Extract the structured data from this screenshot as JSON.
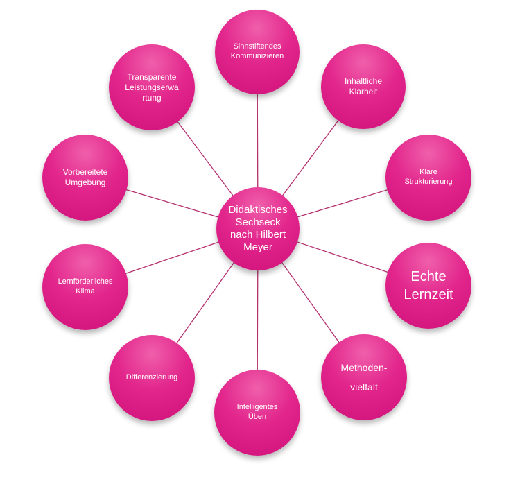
{
  "center": {
    "lines": [
      "Didaktisches",
      "Sechseck",
      "nach Hilbert",
      "Meyer"
    ]
  },
  "nodes": [
    {
      "id": "sinnstiftendes-kommunizieren",
      "lines": [
        "Sinnstiftendes",
        "Kommunizieren"
      ]
    },
    {
      "id": "inhaltliche-klarheit",
      "lines": [
        "Inhaltliche",
        "Klarheit"
      ]
    },
    {
      "id": "klare-strukturierung",
      "lines": [
        "Klare",
        "Strukturierung"
      ]
    },
    {
      "id": "echte-lernzeit",
      "lines": [
        "Echte",
        "Lernzeit"
      ]
    },
    {
      "id": "methodenvielfalt",
      "lines": [
        "Methoden-",
        "vielfalt"
      ]
    },
    {
      "id": "intelligentes-ueben",
      "lines": [
        "Intelligentes",
        "Üben"
      ]
    },
    {
      "id": "differenzierung",
      "lines": [
        "Differenzierung"
      ]
    },
    {
      "id": "lernfoerderliches-klima",
      "lines": [
        "Lernförderliches",
        "Klima"
      ]
    },
    {
      "id": "vorbereitete-umgebung",
      "lines": [
        "Vorbereitete",
        "Umgebung"
      ]
    },
    {
      "id": "transparente-leistungserwartung",
      "lines": [
        "Transparente",
        "Leistungserwa",
        "rtung"
      ]
    }
  ],
  "colors": {
    "node_fill": "#e2268c",
    "connector": "#b4306f",
    "text": "#ffffff"
  }
}
